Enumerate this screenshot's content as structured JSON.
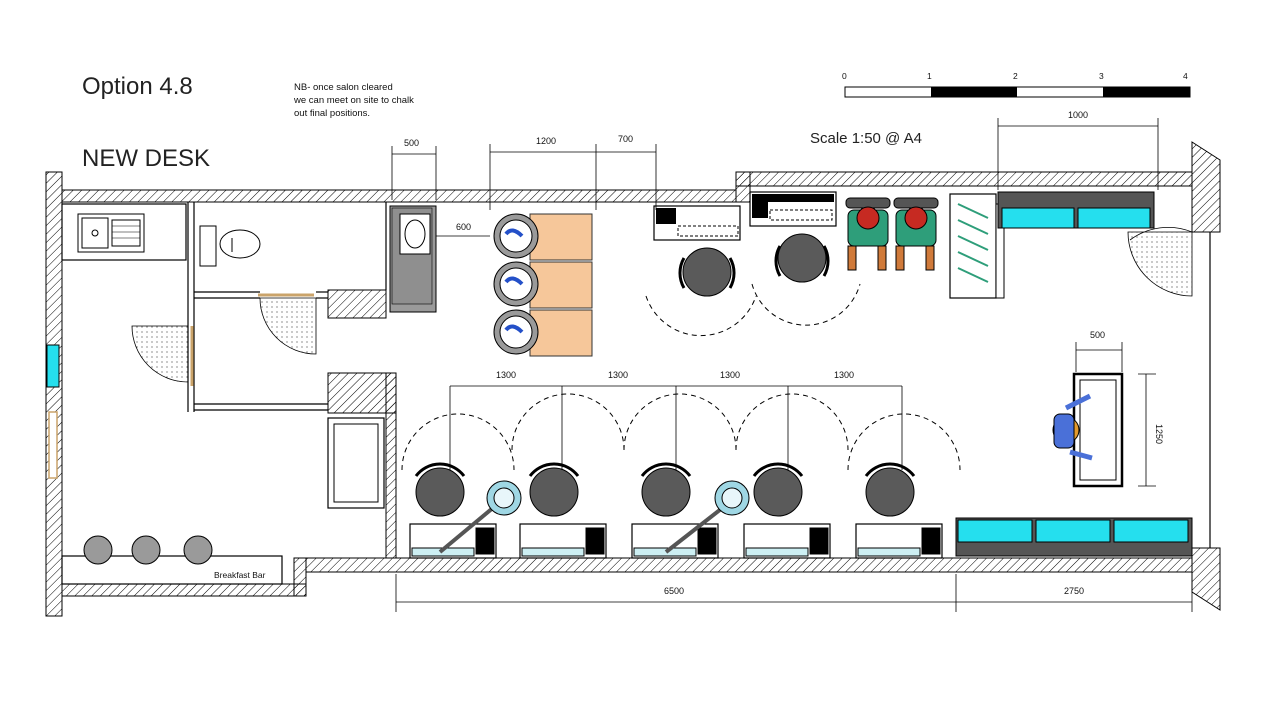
{
  "header": {
    "title": "Option 4.8",
    "subtitle": "NEW DESK",
    "note_lines": [
      "NB- once salon cleared",
      "we can meet on site to chalk",
      "out final positions."
    ],
    "scale_label": "Scale 1:50 @ A4"
  },
  "scale_bar": {
    "ticks": [
      "0",
      "1",
      "2",
      "3",
      "4"
    ]
  },
  "dimensions": {
    "d500_top": "500",
    "d1200_top": "1200",
    "d700_top": "700",
    "d600": "600",
    "d1000_top": "1000",
    "d500_desk": "500",
    "d1250_desk": "1250",
    "d1300_a": "1300",
    "d1300_b": "1300",
    "d1300_c": "1300",
    "d1300_d": "1300",
    "d6500": "6500",
    "d2750": "2750"
  },
  "labels": {
    "breakfast_bar": "Breakfast Bar"
  },
  "colors": {
    "wall_hatch": "#000000",
    "sink_fill": "#f6c79a",
    "chair_fill": "#5a5a5a",
    "cyan": "#25dfee",
    "green_chair": "#2e9e7a",
    "red_head": "#c62a22",
    "grey_unit": "#9a9a9a"
  }
}
